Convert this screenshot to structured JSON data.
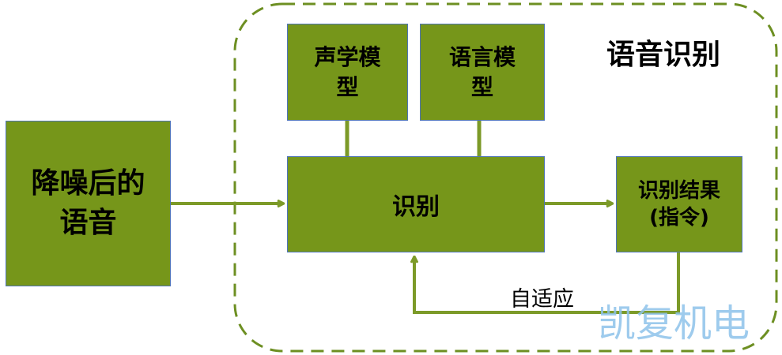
{
  "colors": {
    "box_fill": "#76961a",
    "box_border": "#4e74b7",
    "line": "#7c9a28",
    "dashed_border": "#6d8f22",
    "watermark": "#8ec3ea"
  },
  "diagram": {
    "title": "语音识别",
    "input_box": "降噪后的语音",
    "acoustic_model": "声学模型",
    "language_model": "语言模型",
    "recognition": "识别",
    "result": "识别结果(指令)",
    "adaptive_label": "自适应"
  },
  "watermark": "凯复机电"
}
